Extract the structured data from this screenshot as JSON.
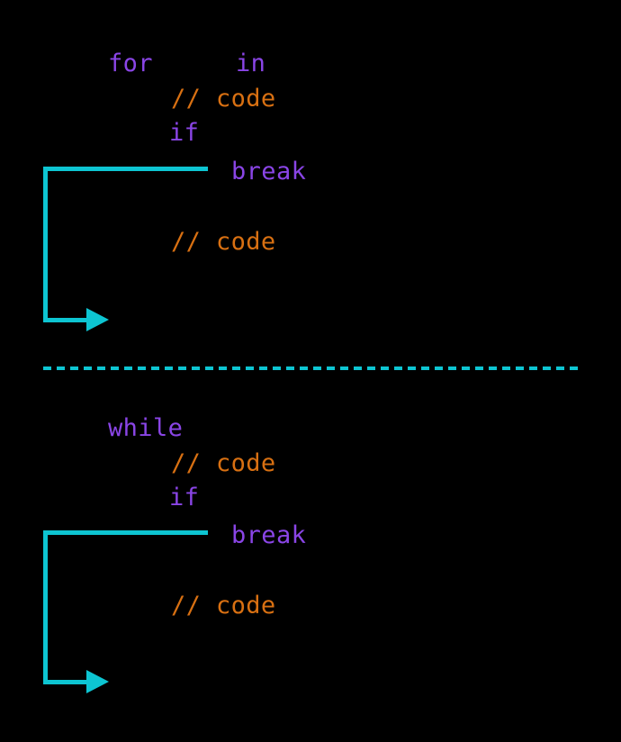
{
  "colors": {
    "background": "#000000",
    "keyword_purple": "#8a45e6",
    "comment_orange": "#d87012",
    "arrow_cyan": "#0dc5d2"
  },
  "for_section": {
    "keyword_for": "for",
    "keyword_in": "in",
    "comment_1": "// code",
    "keyword_if": "if",
    "keyword_break": "break",
    "comment_2": "// code"
  },
  "while_section": {
    "keyword_while": "while",
    "comment_1": "// code",
    "keyword_if": "if",
    "keyword_break": "break",
    "comment_2": "// code"
  }
}
